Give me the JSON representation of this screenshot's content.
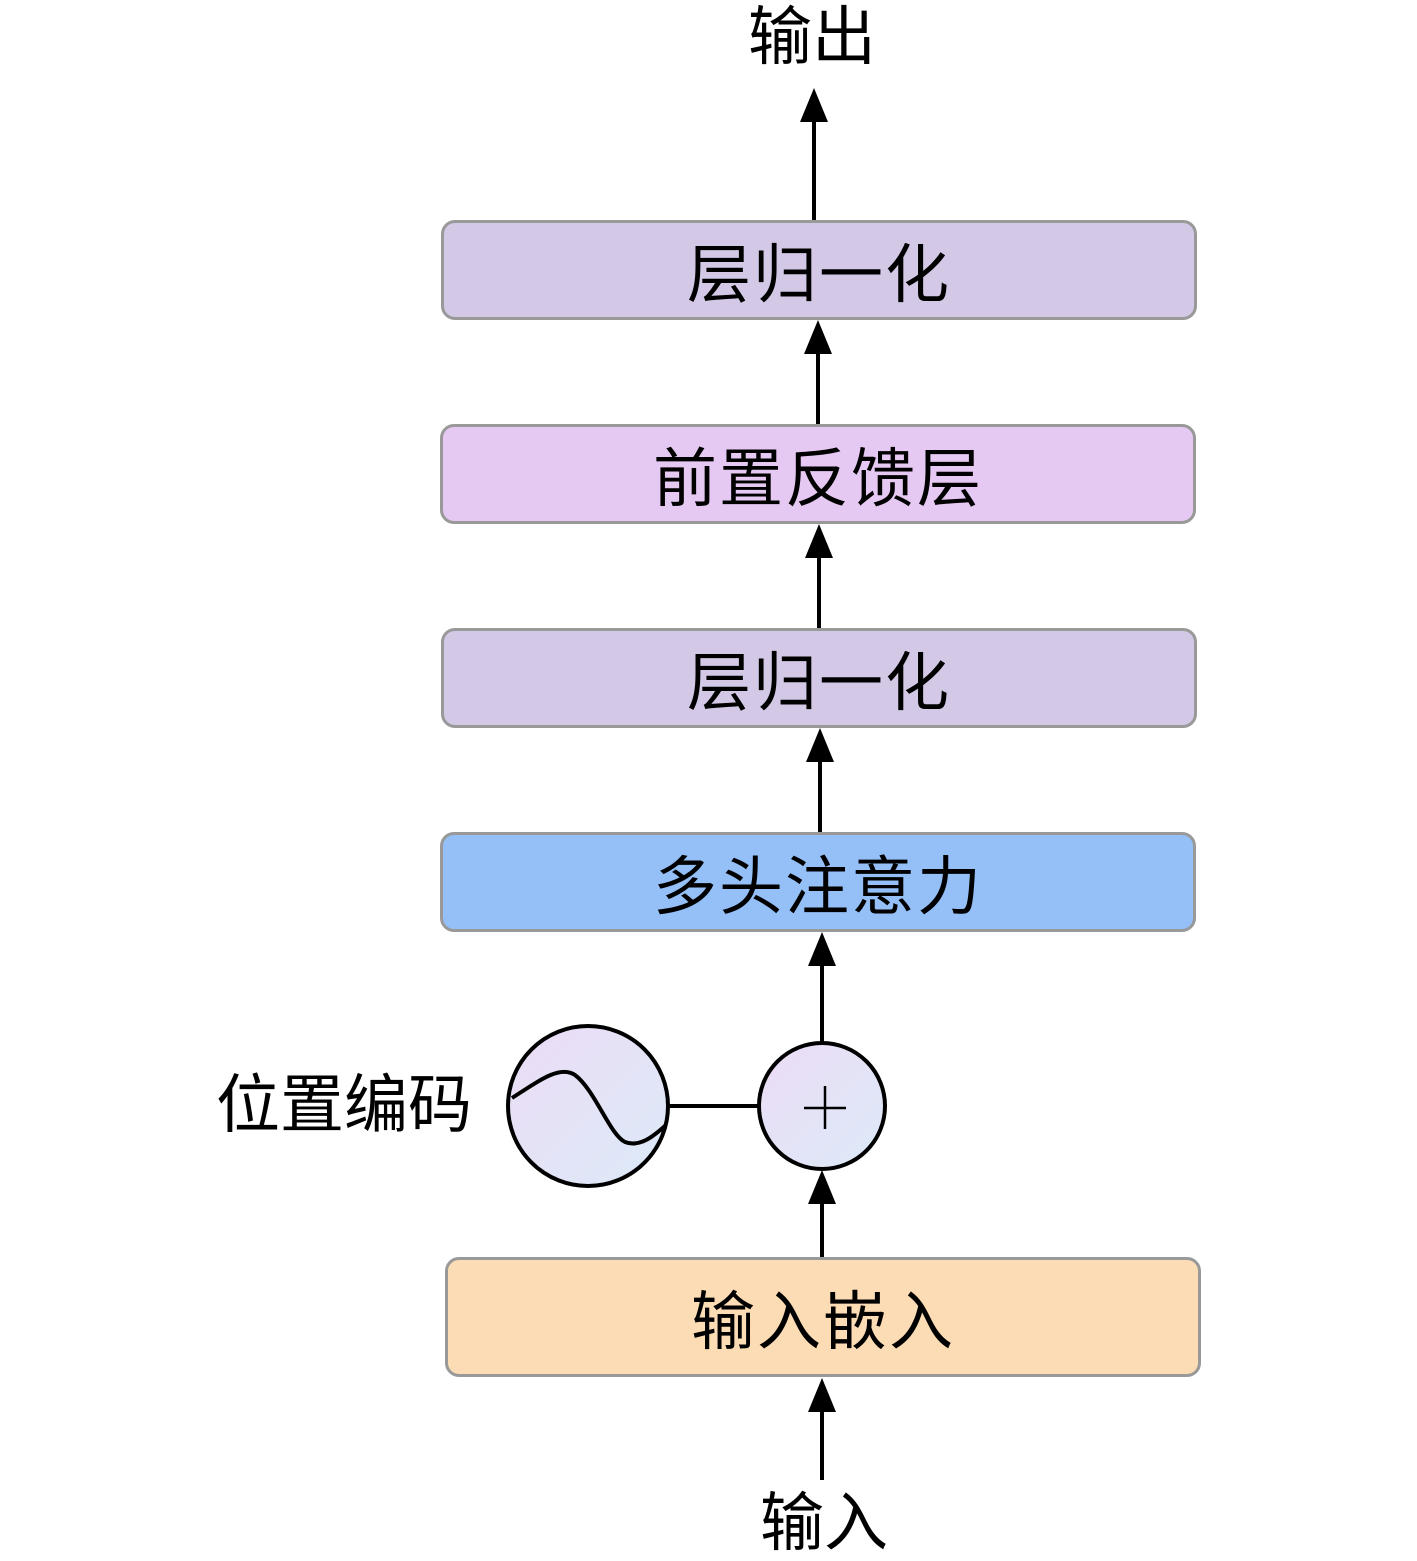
{
  "diagram": {
    "output_label": "输出",
    "input_label": "输入",
    "positional_encoding_label": "位置编码",
    "add_symbol": "+",
    "blocks": [
      {
        "id": "layer-norm-top",
        "label": "层归一化",
        "color": "#d3c9e6"
      },
      {
        "id": "feed-forward",
        "label": "前置反馈层",
        "color": "#e6c9f2"
      },
      {
        "id": "layer-norm-bottom",
        "label": "层归一化",
        "color": "#d3c9e6"
      },
      {
        "id": "multi-head-attention",
        "label": "多头注意力",
        "color": "#94bff7"
      },
      {
        "id": "input-embedding",
        "label": "输入嵌入",
        "color": "#fcdcb4"
      }
    ],
    "edges": [
      [
        "input",
        "input-embedding"
      ],
      [
        "input-embedding",
        "add-node"
      ],
      [
        "positional-encoding",
        "add-node"
      ],
      [
        "add-node",
        "multi-head-attention"
      ],
      [
        "multi-head-attention",
        "layer-norm-bottom"
      ],
      [
        "layer-norm-bottom",
        "feed-forward"
      ],
      [
        "feed-forward",
        "layer-norm-top"
      ],
      [
        "layer-norm-top",
        "output"
      ]
    ]
  }
}
